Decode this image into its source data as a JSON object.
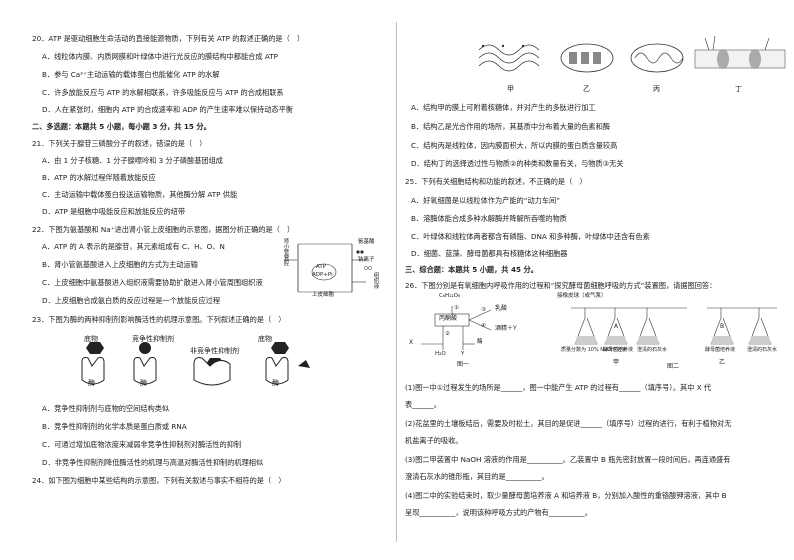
{
  "left": {
    "q20": {
      "stem": "20．ATP 是驱动细胞生命活动的直接能源物质，下列有关 ATP 的叙述正确的是（　）",
      "a": "A．线粒体内膜、内质网膜和叶绿体中进行光反应的膜结构中都能合成 ATP",
      "b": "B．参与 Ca²⁺主动运输的载体蛋白也能催化 ATP 的水解",
      "c": "C．许多放能反应与 ATP 的水解相联系，许多吸能反应与 ATP 的合成相联系",
      "d": "D．人在紧张时，细胞内 ATP 的合成速率和 ADP 的产生速率难以保持动态平衡"
    },
    "section2": "二、多选题：本题共 5 小题，每小题 3 分，共 15 分。",
    "q21": {
      "stem": "21．下列关于腺苷三磷酸分子的叙述，错误的是（　）",
      "a": "A．由 1 分子核糖、1 分子腺嘌呤和 3 分子磷酸基团组成",
      "b": "B．ATP 的水解过程伴随着放能反应",
      "c": "C．主动运输中载体蛋白投送运输物质，其他酶分解 ATP 供能",
      "d": "D．ATP 是细胞中吸能反应和放能反应的纽带"
    },
    "q22": {
      "stem": "22．下图为氨基酸和 Na⁺进出肾小管上皮细胞的示意图，据图分析正确的是（　）",
      "a": "A．ATP 的 A 表示的是腺苷，其元素组成有 C、H、O、N",
      "b": "B．肾小管氨基酸进入上皮细胞的方式为主动运输",
      "c": "C．上皮细胞中氨基酸进入组织液需要协助扩散进入肾小管周围组织液",
      "d": "D．上皮细胞合成氨白质的反应过程是一个放能反应过程",
      "fig_labels": {
        "tubule": "肾小管管腔",
        "aa": "氨基酸",
        "na": "钠离子",
        "atp": "ATP",
        "adp": "ADP+Pi",
        "cell": "上皮细胞",
        "fluid": "组织液"
      }
    },
    "q23": {
      "stem": "23．下图为酶的两种抑制剂影响酶活性的机理示意图。下列叙述正确的是（　）",
      "fig_labels": {
        "substrate": "底物",
        "comp": "竞争性抑制剂",
        "noncomp": "非竞争性抑制剂",
        "enzyme": "酶"
      },
      "a": "A．竞争性抑制剂与底物的空间结构类似",
      "b": "B．竞争性抑制剂的化学本质是蛋白质或 RNA",
      "c": "C．可通过增加底物浓度来减弱非竞争性抑制剂对酶活性的抑制",
      "d": "D．非竞争性抑制剂降低酶活性的机理与高温对酶活性抑制的机理相似"
    },
    "q24": {
      "stem": "24．如下图为细胞中某些结构的示意图，下列有关叙述与事实不相符的是（　）"
    }
  },
  "right": {
    "fig24_labels": [
      "甲",
      "乙",
      "丙",
      "丁"
    ],
    "q24opts": {
      "a": "A．结构甲的膜上可附着核糖体，并对产生的多肽进行加工",
      "b": "B．结构乙是光合作用的场所，其基质中分布着大量的色素和酶",
      "c": "C．结构丙是线粒体，因内膜面积大，所以内膜的蛋白质含量较高",
      "d": "D．结构丁的选择透过性与物质②的种类和数量有关，与物质③无关"
    },
    "q25": {
      "stem": "25．下列有关细胞结构和功能的叙述，不正确的是（　）",
      "a": "A．好氧细菌是以线粒体作为产能的“动力车间”",
      "b": "B．溶酶体能合成多种水解酶并降解所吞噬的物质",
      "c": "C．叶绿体和线粒体两者都含有磷脂、DNA 和多种酶，叶绿体中还含有色素",
      "d": "D．细菌、蓝藻、酵母菌都具有核糖体这种细胞器"
    },
    "section3": "三、综合题：本题共 5 小题，共 45 分。",
    "q26": {
      "stem": "26．下图分别是有氧细胞内呼吸作用的过程和“探究酵母菌细胞呼吸的方式”装置图，请据图回答：",
      "fig1_labels": {
        "glucose": "C₆H₁₂O₆",
        "pyruvate": "丙酮酸",
        "lactate": "乳酸",
        "alcohol": "酒精＋Y",
        "x": "X",
        "h2o": "H₂O",
        "y": "Y",
        "enzyme": "酶",
        "n1": "①",
        "n2": "②",
        "n3": "③",
        "n4": "④",
        "caption": "图一"
      },
      "fig2_labels": {
        "pump": "接橡皮球（或气泵）",
        "naoh": "质量分数为 10% NaOH 溶液",
        "yeast": "酵母菌培养液",
        "lime": "澄清的石灰水",
        "a": "A",
        "b": "B",
        "jia": "甲",
        "yi": "乙",
        "caption": "图二"
      },
      "p1": "(1)图一中①过程发生的场所是______，图一中能产生 ATP 的过程有______（填序号）。其中 X 代",
      "p1b": "表______。",
      "p2": "(2)花盆里的土壤板结后，需要及时松土，其目的是促进______（填序号）过程的进行，有利于植物对无",
      "p2b": "机盐离子的吸收。",
      "p3": "(3)图二甲装置中 NaOH 溶液的作用是__________。乙装置中 B 瓶先密封放置一段时间后，再连通盛有",
      "p3b": "澄清石灰水的锥形瓶，其目的是__________。",
      "p4": "(4)图二中的实验结束时，取少量酵母菌培养液 A 和培养液 B，分别加入酸性的重铬酸钾溶液，其中 B",
      "p4b": "呈现__________，说明该种呼吸方式的产物有__________。"
    }
  }
}
